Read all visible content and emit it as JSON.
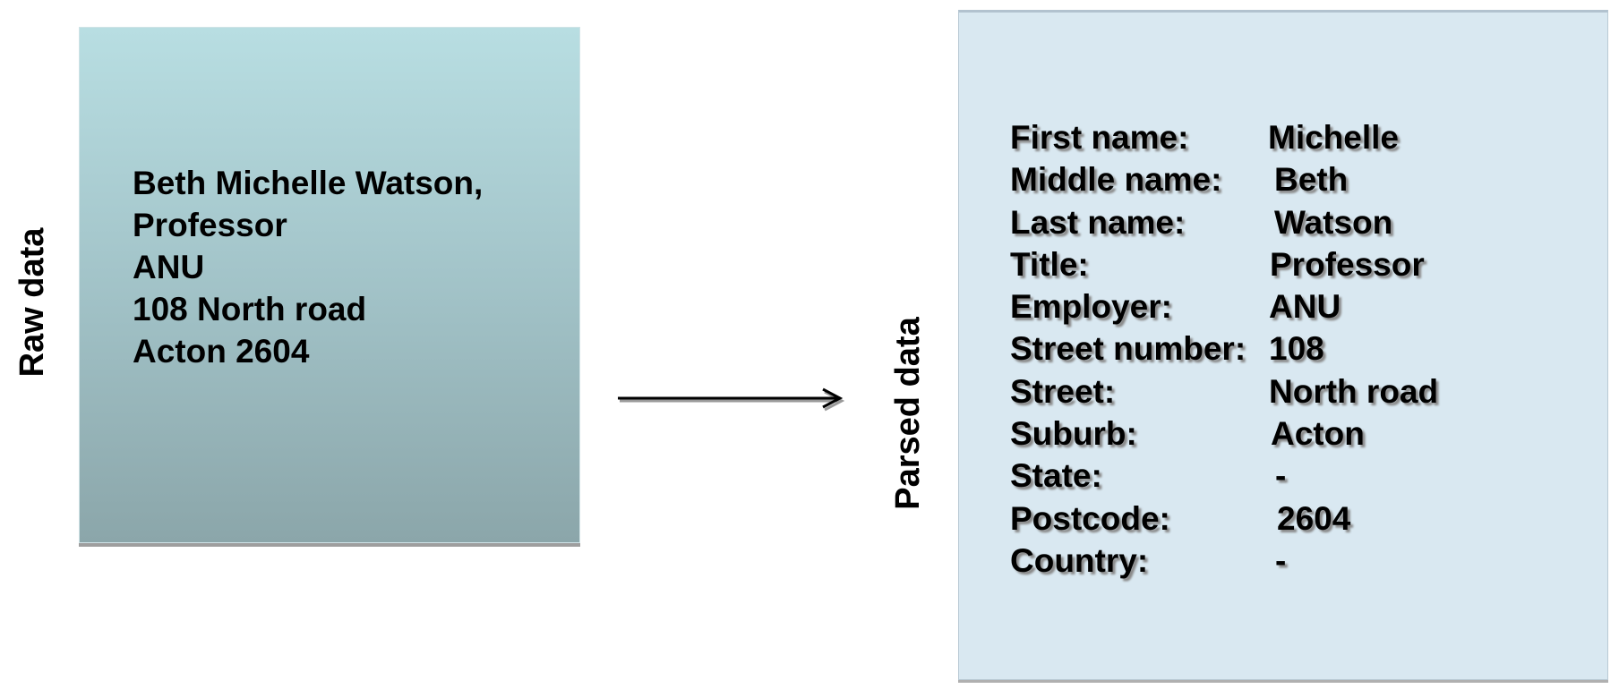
{
  "raw": {
    "label": "Raw data",
    "lines": [
      "Beth Michelle Watson,",
      "Professor",
      "ANU",
      "108 North road",
      "Acton 2604"
    ]
  },
  "parsed": {
    "label": "Parsed data",
    "fields": [
      {
        "key": "First name:",
        "value": "Michelle"
      },
      {
        "key": "Middle name:",
        "value": "Beth"
      },
      {
        "key": "Last name:",
        "value": "Watson"
      },
      {
        "key": "Title:",
        "value": "Professor"
      },
      {
        "key": "Employer:",
        "value": "ANU"
      },
      {
        "key": "Street number:",
        "value": "108"
      },
      {
        "key": "Street:",
        "value": "North road"
      },
      {
        "key": "Suburb:",
        "value": "Acton"
      },
      {
        "key": "State:",
        "value": "-"
      },
      {
        "key": "Postcode:",
        "value": "2604"
      },
      {
        "key": "Country:",
        "value": "-"
      }
    ]
  },
  "colors": {
    "raw_box_top": "#b8dee2",
    "raw_box_bottom": "#8ba6aa",
    "parsed_box": "#d9e8f1",
    "text": "#000000"
  }
}
